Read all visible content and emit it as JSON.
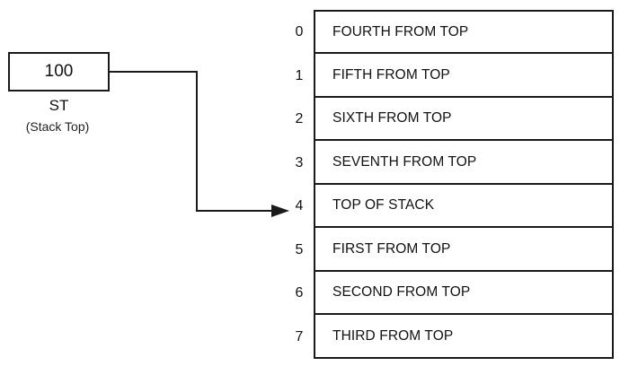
{
  "register": {
    "value": "100",
    "name": "ST",
    "description": "(Stack Top)"
  },
  "stack": {
    "pointed_index": 4,
    "rows": [
      {
        "index": "0",
        "label": "FOURTH FROM TOP"
      },
      {
        "index": "1",
        "label": "FIFTH FROM TOP"
      },
      {
        "index": "2",
        "label": "SIXTH FROM TOP"
      },
      {
        "index": "3",
        "label": "SEVENTH FROM TOP"
      },
      {
        "index": "4",
        "label": "TOP OF STACK"
      },
      {
        "index": "5",
        "label": "FIRST FROM TOP"
      },
      {
        "index": "6",
        "label": "SECOND FROM TOP"
      },
      {
        "index": "7",
        "label": "THIRD FROM TOP"
      }
    ]
  }
}
